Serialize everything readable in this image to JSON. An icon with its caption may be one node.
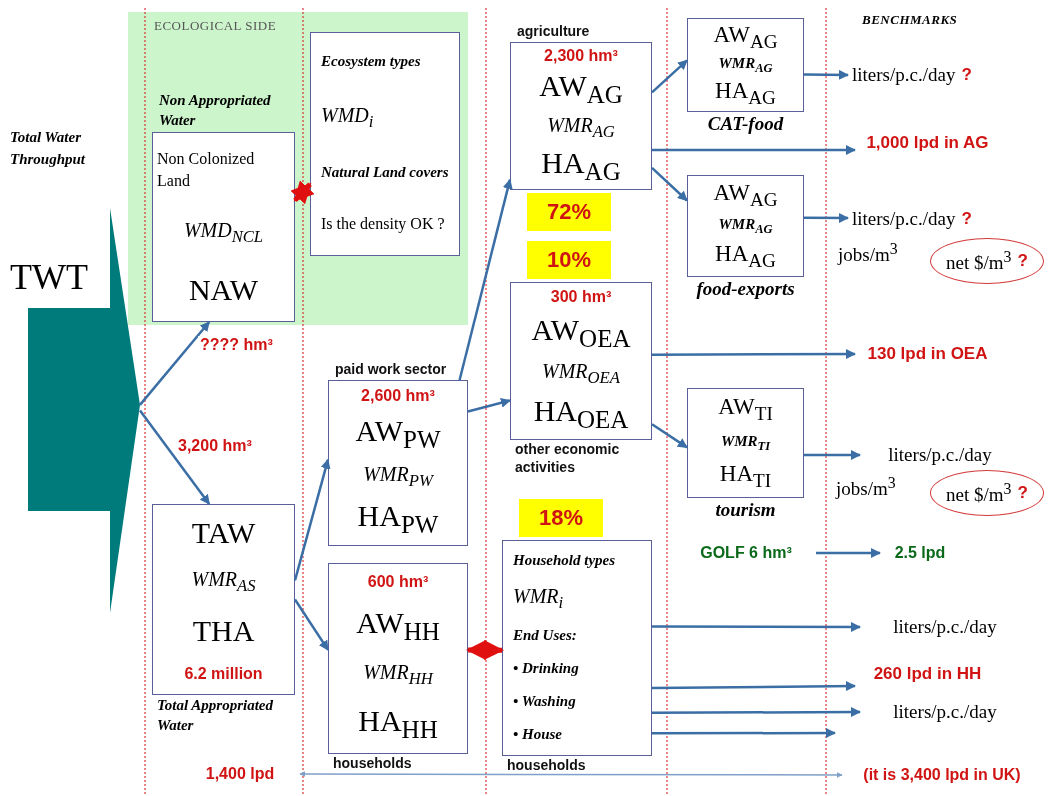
{
  "diagram": {
    "nodes": [
      {
        "text": [
          "Total Water Throughput",
          "TWT"
        ]
      },
      {
        "text": [],
        "shape": "arrow"
      },
      {
        "text": [
          "ECOLOGICAL SIDE"
        ]
      },
      {
        "text": [
          "Non Appropriated Water",
          "Non Colonized Land",
          "WMD$_{NCL}$",
          "NAW"
        ],
        "in": 2
      },
      {
        "text": [
          "Ecosystem types",
          "WMD$_{i}$",
          "Natural Land covers",
          "Is the density OK ?"
        ],
        "in": 2
      },
      {
        "text": [
          "TAW",
          "WMR$_{AS}$",
          "THA",
          "6.2 million",
          "Total Appropriated Water"
        ]
      },
      {
        "text": [
          "paid work sector",
          "2,600 hm³",
          "AW$_{PW}$",
          "WMR$_{PW}$",
          "HA$_{PW}$"
        ]
      },
      {
        "text": [
          "600 hm³",
          "AW$_{HH}$",
          "WMR$_{HH}$",
          "HA$_{HH}$",
          "households"
        ]
      },
      {
        "text": [
          "agriculture",
          "2,300 hm³",
          "AW$_{AG}$",
          "WMR$_{AG}$",
          "HA$_{AG}$"
        ],
        "beside": [
          "72%"
        ]
      },
      {
        "text": [
          "300 hm³",
          "AW$_{OEA}$",
          "WMR$_{OEA}$",
          "HA$_{OEA}$",
          "other economic activities"
        ],
        "beside": [
          "10%"
        ]
      },
      {
        "text": [
          "Household types",
          "WMR$_{i}$",
          "End Uses:",
          "• Drinking",
          "• Washing",
          "• House",
          "households"
        ],
        "beside": [
          "18%"
        ]
      },
      {
        "text": [
          "AW$_{AG}$",
          "WMR$_{AG}$",
          "HA$_{AG}$"
        ],
        "beside": [
          "CAT-food"
        ]
      },
      {
        "text": [
          "AW$_{AG}$",
          "WMR$_{AG}$",
          "HA$_{AG}$"
        ],
        "beside": [
          "food-exports"
        ]
      },
      {
        "text": [
          "AW$_{TI}$",
          "WMR$_{TI}$",
          "HA$_{TI}$"
        ],
        "beside": [
          "tourism"
        ]
      },
      {
        "text": [
          "liters/p.c./day",
          "?"
        ]
      },
      {
        "text": [
          "1,000 lpd in AG"
        ]
      },
      {
        "text": [
          "liters/p.c./day",
          "?"
        ]
      },
      {
        "text": [
          "net $/m$^{3}$",
          "?"
        ]
      },
      {
        "text": [
          "130 lpd in OEA"
        ]
      },
      {
        "text": [
          "liters/p.c./day"
        ]
      },
      {
        "text": [
          "net $/m$^{3}$",
          "?"
        ]
      },
      {
        "text": [
          "GOLF 6 hm³"
        ]
      },
      {
        "text": [
          "2.5 lpd"
        ]
      },
      {
        "text": [
          "liters/p.c./day"
        ]
      },
      {
        "text": [
          "260 lpd in HH"
        ]
      },
      {
        "text": [
          "liters/p.c./day"
        ]
      },
      {
        "text": [
          "1,400 lpd"
        ]
      },
      {
        "text": [
          "(it is 3,400 lpd in UK)"
        ]
      }
    ],
    "edges": [
      {
        "from": 1,
        "to": 3,
        "arrow": "to",
        "label": "???? hm³"
      },
      {
        "from": 1,
        "to": 5,
        "arrow": "to",
        "label": "3,200 hm³"
      },
      {
        "from": 5,
        "to": 6,
        "arrow": "to"
      },
      {
        "from": 5,
        "to": 7,
        "arrow": "to"
      },
      {
        "from": 6,
        "to": 8,
        "arrow": "to"
      },
      {
        "from": 6,
        "to": 9,
        "arrow": "to"
      },
      {
        "from": 7,
        "to": 10,
        "arrow": "both",
        "style": "thick",
        "color": "#e01010"
      },
      {
        "from": 3,
        "to": 4,
        "arrow": "both",
        "style": "thick",
        "color": "#e01010"
      },
      {
        "from": 8,
        "to": 11,
        "arrow": "to"
      },
      {
        "from": 8,
        "to": 15,
        "arrow": "to"
      },
      {
        "from": 8,
        "to": 12,
        "arrow": "to"
      },
      {
        "from": 11,
        "to": 14,
        "arrow": "to"
      },
      {
        "from": 12,
        "to": 16,
        "arrow": "to"
      },
      {
        "from": 9,
        "to": 18,
        "arrow": "to"
      },
      {
        "from": 9,
        "to": 13,
        "arrow": "to"
      },
      {
        "from": 13,
        "to": 19,
        "arrow": "to"
      },
      {
        "from": 21,
        "to": 22,
        "arrow": "to"
      },
      {
        "from": 10,
        "to": 23,
        "arrow": "to"
      },
      {
        "from": 10,
        "to": 24,
        "arrow": "to"
      },
      {
        "from": 10,
        "to": 25,
        "arrow": "to"
      },
      {
        "from": 10,
        "to": null,
        "arrow": "to"
      },
      {
        "from": 26,
        "to": 27,
        "arrow": "both",
        "color": "#7fa0c8"
      }
    ],
    "labels": [
      "BENCHMARKS",
      "jobs/m$^{3}$",
      "jobs/m$^{3}$"
    ]
  }
}
